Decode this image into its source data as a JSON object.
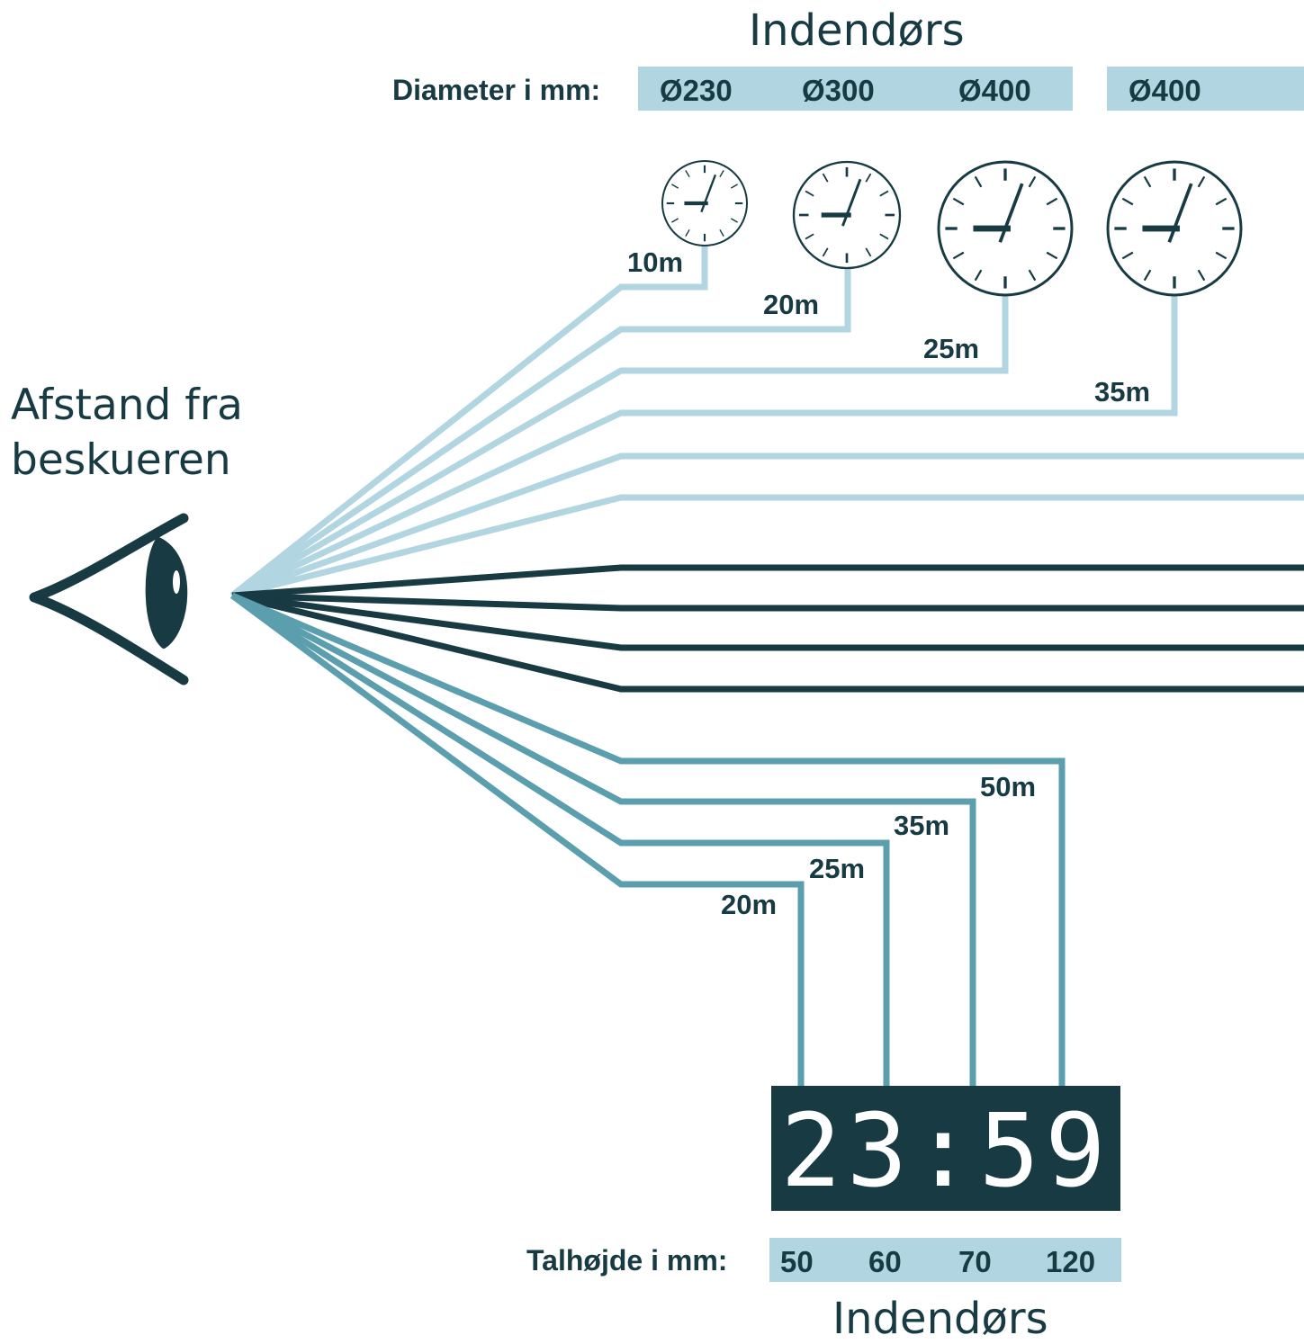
{
  "colors": {
    "dark": "#173a43",
    "light_blue": "#b1d6e1",
    "mid_blue": "#5b9eae",
    "background": "#ffffff"
  },
  "top": {
    "title": "Indendørs",
    "diameter_label": "Diameter i mm:",
    "diameters_group": [
      "Ø230",
      "Ø300",
      "Ø400"
    ],
    "diameter_extra": "Ø400",
    "clock_distances": [
      "10m",
      "20m",
      "25m",
      "35m"
    ]
  },
  "viewer": {
    "line1": "Afstand fra",
    "line2": "beskueren",
    "icon": "eye-icon"
  },
  "bottom": {
    "display_time": "23:59",
    "digit_height_label": "Talhøjde i mm:",
    "digit_heights": [
      "50",
      "60",
      "70",
      "120"
    ],
    "title": "Indendørs",
    "display_distances": [
      "20m",
      "25m",
      "35m",
      "50m"
    ]
  }
}
